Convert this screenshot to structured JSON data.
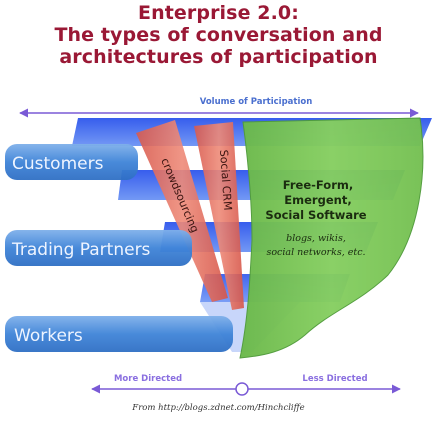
{
  "title": {
    "line1": "Enterprise 2.0:",
    "line2": "The types of conversation and",
    "line3": "architectures of participation"
  },
  "top_axis": {
    "label": "Volume of Participation"
  },
  "tiers": [
    {
      "label": "Customers"
    },
    {
      "label": "Trading Partners"
    },
    {
      "label": "Workers"
    }
  ],
  "bands": {
    "crowdsourcing": "crowdsourcing",
    "social_crm": "Social CRM"
  },
  "green_region": {
    "heading_line1": "Free-Form,",
    "heading_line2": "Emergent,",
    "heading_line3": "Social Software",
    "sub_line1": "blogs, wikis,",
    "sub_line2": "social networks, etc."
  },
  "bottom_axis": {
    "left_label": "More Directed",
    "right_label": "Less Directed"
  },
  "credit": "From http://blogs.zdnet.com/Hinchcliffe",
  "colors": {
    "title": "#9a1835",
    "axis": "#7a5ad6",
    "funnel_blue": "#2f63ec",
    "tier_pill": "#3f84d8",
    "red_band": "#e06a5c",
    "green": "#7ec95a"
  }
}
